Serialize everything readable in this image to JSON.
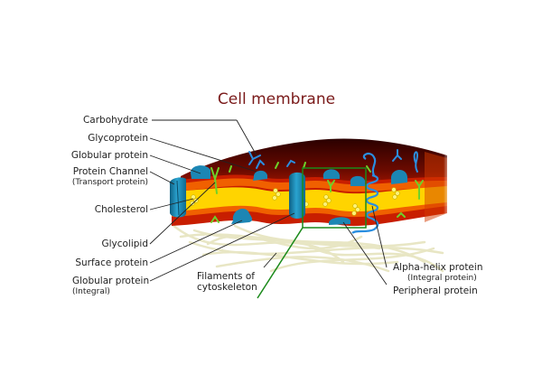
{
  "title": "Cell membrane",
  "labels_left": [
    {
      "text": "Carbohydrate"
    },
    {
      "text": "Glycoprotein"
    },
    {
      "text": "Globular protein"
    },
    {
      "text": "Protein Channel",
      "sub": "(Transport protein)"
    },
    {
      "text": "Cholesterol"
    },
    {
      "text": "Glycolipid"
    },
    {
      "text": "Surface protein"
    },
    {
      "text": "Globular protein",
      "sub": "(Integral)"
    }
  ],
  "labels_bottom": [
    {
      "text": "Filaments of",
      "sub": "cytoskeleton"
    }
  ],
  "labels_right": [
    {
      "text": "Alpha-helix protein",
      "sub": "(Integral protein)"
    },
    {
      "text": "Peripheral protein"
    }
  ],
  "colors": {
    "title": "#7a1a1a",
    "outer_dark": "#3a0000",
    "head_red": "#c81e00",
    "head_orange": "#f06000",
    "tail_yellow": "#ffd400",
    "protein": "#1c86b4",
    "glyco_green": "#6ed12a",
    "carb_blue": "#2a8ee0",
    "filament": "#ecebc8",
    "zoom_box": "#1a8a1a"
  }
}
